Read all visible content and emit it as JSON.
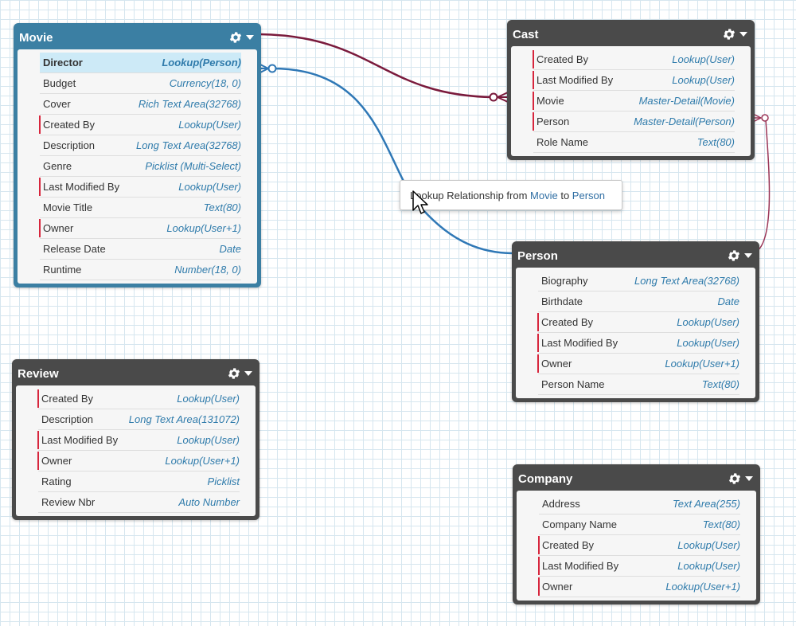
{
  "tooltip": {
    "prefix": "Lookup Relationship from ",
    "from": "Movie",
    "middle": " to ",
    "to": "Person"
  },
  "colors": {
    "master_detail_line": "#7a1a3c",
    "lookup_line": "#2f78b6",
    "required_marker": "#d7263d",
    "type_text": "#2f7bab"
  },
  "entities": {
    "movie": {
      "title": "Movie",
      "fields": [
        {
          "name": "Director",
          "type": "Lookup(Person)",
          "required": false,
          "highlight": true
        },
        {
          "name": "Budget",
          "type": "Currency(18, 0)",
          "required": false
        },
        {
          "name": "Cover",
          "type": "Rich Text Area(32768)",
          "required": false
        },
        {
          "name": "Created By",
          "type": "Lookup(User)",
          "required": true
        },
        {
          "name": "Description",
          "type": "Long Text Area(32768)",
          "required": false
        },
        {
          "name": "Genre",
          "type": "Picklist (Multi-Select)",
          "required": false
        },
        {
          "name": "Last Modified By",
          "type": "Lookup(User)",
          "required": true
        },
        {
          "name": "Movie Title",
          "type": "Text(80)",
          "required": false
        },
        {
          "name": "Owner",
          "type": "Lookup(User+1)",
          "required": true
        },
        {
          "name": "Release Date",
          "type": "Date",
          "required": false
        },
        {
          "name": "Runtime",
          "type": "Number(18, 0)",
          "required": false
        }
      ]
    },
    "cast": {
      "title": "Cast",
      "fields": [
        {
          "name": "Created By",
          "type": "Lookup(User)",
          "required": true
        },
        {
          "name": "Last Modified By",
          "type": "Lookup(User)",
          "required": true
        },
        {
          "name": "Movie",
          "type": "Master-Detail(Movie)",
          "required": true
        },
        {
          "name": "Person",
          "type": "Master-Detail(Person)",
          "required": true
        },
        {
          "name": "Role Name",
          "type": "Text(80)",
          "required": false
        }
      ]
    },
    "person": {
      "title": "Person",
      "fields": [
        {
          "name": "Biography",
          "type": "Long Text Area(32768)",
          "required": false
        },
        {
          "name": "Birthdate",
          "type": "Date",
          "required": false
        },
        {
          "name": "Created By",
          "type": "Lookup(User)",
          "required": true
        },
        {
          "name": "Last Modified By",
          "type": "Lookup(User)",
          "required": true
        },
        {
          "name": "Owner",
          "type": "Lookup(User+1)",
          "required": true
        },
        {
          "name": "Person Name",
          "type": "Text(80)",
          "required": false
        }
      ]
    },
    "review": {
      "title": "Review",
      "fields": [
        {
          "name": "Created By",
          "type": "Lookup(User)",
          "required": true
        },
        {
          "name": "Description",
          "type": "Long Text Area(131072)",
          "required": false
        },
        {
          "name": "Last Modified By",
          "type": "Lookup(User)",
          "required": true
        },
        {
          "name": "Owner",
          "type": "Lookup(User+1)",
          "required": true
        },
        {
          "name": "Rating",
          "type": "Picklist",
          "required": false
        },
        {
          "name": "Review Nbr",
          "type": "Auto Number",
          "required": false
        }
      ]
    },
    "company": {
      "title": "Company",
      "fields": [
        {
          "name": "Address",
          "type": "Text Area(255)",
          "required": false
        },
        {
          "name": "Company Name",
          "type": "Text(80)",
          "required": false
        },
        {
          "name": "Created By",
          "type": "Lookup(User)",
          "required": true
        },
        {
          "name": "Last Modified By",
          "type": "Lookup(User)",
          "required": true
        },
        {
          "name": "Owner",
          "type": "Lookup(User+1)",
          "required": true
        }
      ]
    }
  }
}
